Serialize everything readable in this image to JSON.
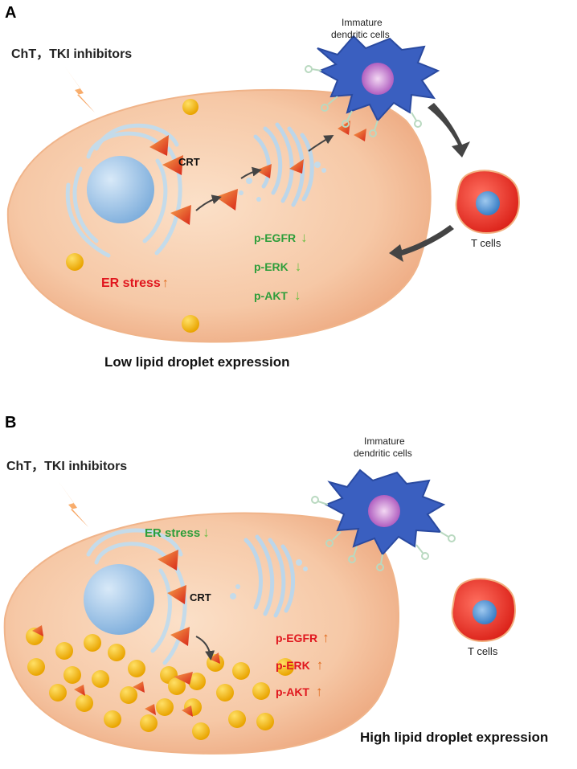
{
  "panel_a": {
    "letter": "A",
    "treatment": "ChT，TKI inhibitors",
    "crt": "CRT",
    "er_stress": "ER stress",
    "er_arrow": "↑",
    "markers": [
      {
        "name": "p-EGFR",
        "arrow": "↓"
      },
      {
        "name": "p-ERK",
        "arrow": "↓"
      },
      {
        "name": "p-AKT",
        "arrow": "↓"
      }
    ],
    "dc_label_1": "Immature",
    "dc_label_2": "dendritic cells",
    "tcell_label": "T cells",
    "caption": "Low lipid droplet expression"
  },
  "panel_b": {
    "letter": "B",
    "treatment": "ChT，TKI inhibitors",
    "crt": "CRT",
    "er_stress": "ER stress",
    "er_arrow": "↓",
    "markers": [
      {
        "name": "p-EGFR",
        "arrow": "↑"
      },
      {
        "name": "p-ERK",
        "arrow": "↑"
      },
      {
        "name": "p-AKT",
        "arrow": "↑"
      }
    ],
    "dc_label_1": "Immature",
    "dc_label_2": "dendritic cells",
    "tcell_label": "T cells",
    "caption": "High lipid droplet expression"
  },
  "colors": {
    "cell_fill": "#f6c8a6",
    "cell_edge": "#e9a57a",
    "nucleus": "#9fc3e8",
    "er": "#c6dcea",
    "droplet": "#f3b500",
    "crt": "#e0431a",
    "dendritic": "#3a5fc0",
    "tcell": "#e8261c",
    "green_text": "#2e9e3a",
    "red_text": "#e0161e",
    "down_arrow": "#6cbf45",
    "up_arrow": "#e06a1c"
  }
}
